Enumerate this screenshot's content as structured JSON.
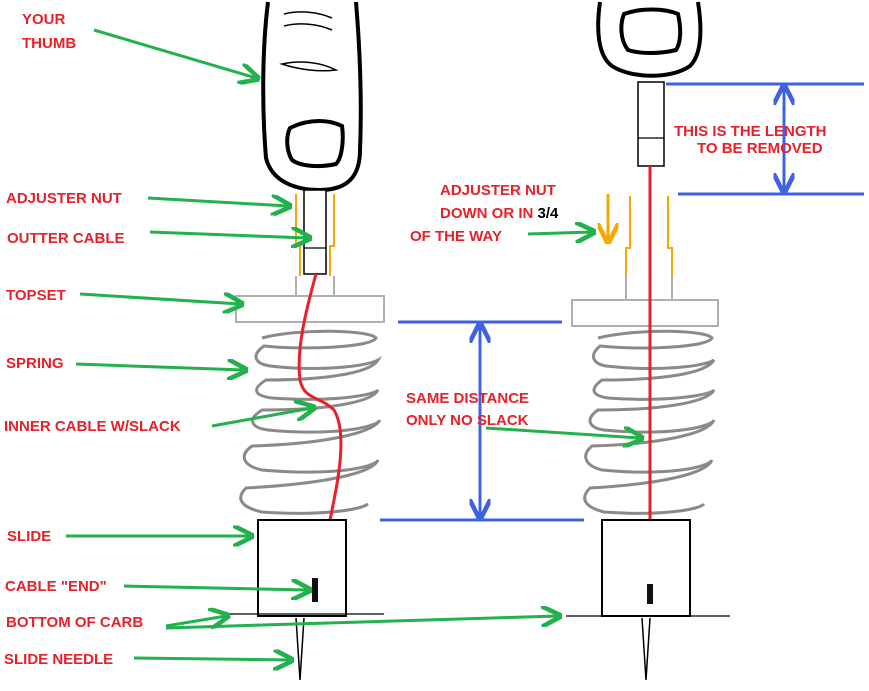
{
  "colors": {
    "label": "#e8202a",
    "arrow": "#22b14c",
    "dimension": "#3f63e0",
    "cable": "#e8202a",
    "adjuster": "#f5a800",
    "outline": "#000000",
    "spring": "#8a8a8a",
    "topset": "#b0b0b0"
  },
  "labels": {
    "your_thumb_1": "YOUR",
    "your_thumb_2": "THUMB",
    "adjuster_nut": "ADJUSTER NUT",
    "outter_cable": "OUTTER CABLE",
    "topset": "TOPSET",
    "spring": "SPRING",
    "inner_cable": "INNER CABLE W/SLACK",
    "slide": "SLIDE",
    "cable_end": "CABLE \"END\"",
    "bottom_of_carb": "BOTTOM OF CARB",
    "slide_needle": "SLIDE NEEDLE",
    "length_removed_1": "THIS IS THE LENGTH",
    "length_removed_2": "TO BE REMOVED",
    "adjuster_down_1": "ADJUSTER NUT",
    "adjuster_down_2a": "DOWN OR IN ",
    "adjuster_down_2b": "3/4",
    "adjuster_down_3": "OF THE WAY",
    "same_distance_1": "SAME DISTANCE",
    "same_distance_2": "ONLY NO SLACK"
  },
  "icons": {
    "thumb": "thumb-icon",
    "arrow": "arrow-icon"
  }
}
